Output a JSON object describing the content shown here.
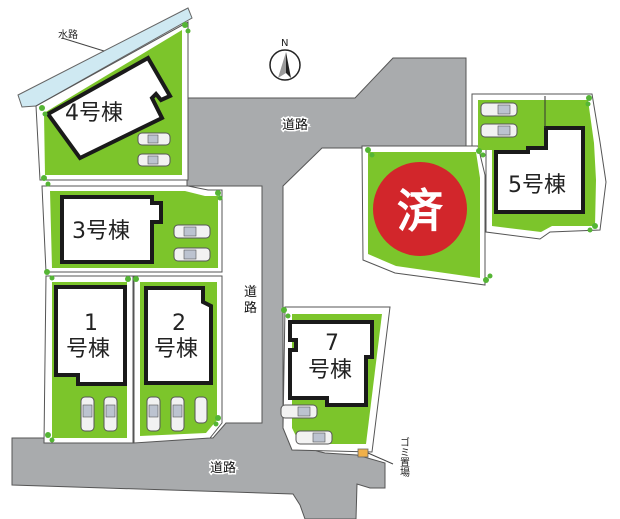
{
  "map": {
    "type": "residential-site-plan",
    "north_indicator": "N",
    "colors": {
      "road": "#a9abad",
      "lot_green": "#7cc52b",
      "building_outline": "#1a1a1a",
      "water": "#cfe9f2",
      "sold_badge": "#d2262b",
      "garbage_area": "#f0b04a"
    },
    "waterway": {
      "label": "水路"
    },
    "roads": [
      {
        "id": "road-north",
        "label": "道路"
      },
      {
        "id": "road-center",
        "label": "道路"
      },
      {
        "id": "road-south",
        "label": "道路"
      }
    ],
    "lots": [
      {
        "id": "lot-4",
        "label": "4号棟",
        "parking_spaces": 2
      },
      {
        "id": "lot-3",
        "label": "3号棟",
        "parking_spaces": 2
      },
      {
        "id": "lot-1",
        "label_line1": "1",
        "label_line2": "号棟",
        "parking_spaces": 2
      },
      {
        "id": "lot-2",
        "label_line1": "2",
        "label_line2": "号棟",
        "parking_spaces": 3
      },
      {
        "id": "lot-7",
        "label_line1": "7",
        "label_line2": "号棟",
        "parking_spaces": 2
      },
      {
        "id": "lot-5",
        "label": "5号棟",
        "parking_spaces": 2
      },
      {
        "id": "lot-sold",
        "badge": "済",
        "status": "sold"
      }
    ],
    "garbage_area": {
      "label": "ゴミ置場"
    }
  }
}
